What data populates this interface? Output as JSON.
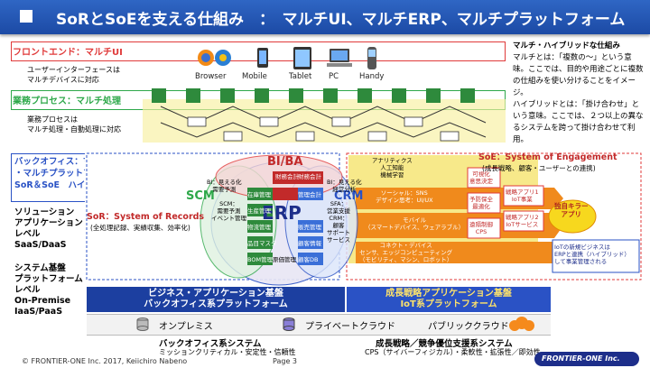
{
  "title": "SoRとSoEを支える仕組み　：　マルチUI、マルチERP、マルチプラットフォーム",
  "frontend": {
    "label": "フロントエンド：マルチUI",
    "note": [
      "ユーザーインターフェースは",
      "マルチデバイスに対応"
    ],
    "devices": [
      "Browser",
      "Mobile",
      "Tablet",
      "PC",
      "Handy"
    ]
  },
  "business": {
    "label": "業務プロセス：マルチ処理",
    "note": [
      "業務プロセスは",
      "マルチ処理・自動処理に対応"
    ]
  },
  "right_notes": {
    "line1": "マルチ・ハイブリッドな仕組み",
    "line2": "マルチとは：「複数の～」という意味。ここでは、目的や用途ごとに複数の仕組みを使い分けることをイメージ。",
    "line3": "ハイブリッドとは：「掛け合わせ」という意味。ここでは、２つ以上の異なるシステムを跨って掛け合わせて利用。"
  },
  "backoffice": {
    "label": [
      "バックオフィス：マルチERP",
      "・マルチプラットフォーム",
      "SoR＆SoE　ハイブリッド"
    ]
  },
  "left_labels": {
    "solution": [
      "ソリューション",
      "アプリケーション",
      "レベル",
      "SaaS/DaaS"
    ],
    "system": [
      "システム基盤",
      "プラットフォーム",
      "レベル",
      "On-Premise",
      "IaaS/PaaS"
    ]
  },
  "center": {
    "bi_ba": "BI/BA",
    "scm": "SCM",
    "erp": "ERP",
    "crm": "CRM",
    "sor": "SoR：System of Records",
    "sor_sub": "(全処理記録、実績収集、効率化)",
    "soe": "SoE：System of Engagement",
    "soe_sub": "(成長戦略、顧客・ユーザーとの連携)",
    "bi_left": [
      "BI：見える化",
      "需要予測"
    ],
    "bi_right": [
      "BI：見える化",
      "経営分析"
    ],
    "kpi": "財務会計",
    "scm_items": [
      "SCM：",
      "需要予測",
      "イベント管理"
    ],
    "erp_hex": [
      "在庫管理",
      "生産管理",
      "物流管理",
      "品目マスタ",
      "BOM管理",
      "原価管理",
      "販売管理",
      "管理会計",
      "財務会計"
    ],
    "crm_items": [
      "SFA：",
      "営業支援",
      "CRM：",
      "顧客",
      "サポート",
      "サービス"
    ],
    "db_items": [
      "顧客情報",
      "顧客DB"
    ],
    "analytics": [
      "アナリティクス",
      "人工知能",
      "機械学習"
    ],
    "social": [
      "ソーシャル：SNS",
      "デザイン思考：UI/UX"
    ],
    "mobile": [
      "モバイル",
      "（スマートデバイス、ウェアラブル）"
    ],
    "context": [
      "コネクト・デバイス",
      "センサ、エッジコンピューティング",
      "（モビリティ、マシン、ロボット）"
    ],
    "soe_boxes": [
      "可視化",
      "意思決定",
      "予防保全",
      "最適化",
      "遠隔制御",
      "CPS"
    ],
    "apps": [
      "戦略アプリ1",
      "IoT事業",
      "戦略アプリ2",
      "IoTサービス"
    ],
    "killer": [
      "独自キラー",
      "アプリ"
    ],
    "iot_note": [
      "IoTの新規ビジネスは",
      "ERPと連携（ハイブリッド）",
      "して事業管理される"
    ]
  },
  "platforms": {
    "left": [
      "ビジネス・アプリケーション基盤",
      "バックオフィス系プラットフォーム"
    ],
    "right": [
      "成長戦略アプリケーション基盤",
      "IoT系プラットフォーム"
    ],
    "clouds": [
      "オンプレミス",
      "プライベートクラウド",
      "パブリッククラウド"
    ]
  },
  "bottom": {
    "left_title": "バックオフィス系システム",
    "left_sub": "ミッションクリティカル・安定性・信頼性",
    "right_title": "成長戦略／競争優位支援系システム",
    "right_sub": "CPS（サイバーフィジカル）・柔軟性・拡張性／即効性"
  },
  "footer": {
    "copyright": "© FRONTIER-ONE Inc. 2017,  Keiichiro Nabeno",
    "page": "Page 3",
    "logo": "FRONTIER-ONE Inc."
  },
  "colors": {
    "title_blue": "#2f66c4",
    "red": "#e03a3a",
    "green": "#2ea84a",
    "blue": "#2a52c5",
    "orange": "#f08a1c",
    "yellow": "#f7e98a"
  }
}
